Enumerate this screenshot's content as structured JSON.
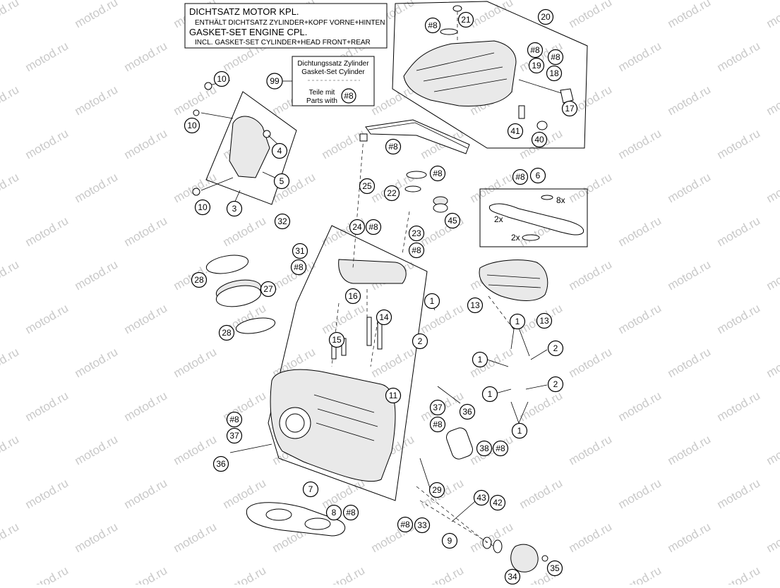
{
  "header": {
    "line1": "DICHTSATZ MOTOR KPL.",
    "line2": "ENTHÄLT DICHTSATZ ZYLINDER+KOPF VORNE+HINTEN",
    "line3": "GASKET-SET ENGINE CPL.",
    "line4": "INCL. GASKET-SET CYLINDER+HEAD FRONT+REAR"
  },
  "legend": {
    "line1": "Dichtungssatz Zylinder",
    "line2": "Gasket-Set Cylinder",
    "line3": "Teile mit",
    "line4": "Parts with",
    "badge": "#8",
    "number": "99"
  },
  "watermark": "motod.ru",
  "gasket_multipliers": {
    "a": "8x",
    "b": "2x",
    "c": "2x"
  },
  "callouts": [
    {
      "id": "c10a",
      "text": "10"
    },
    {
      "id": "c10b",
      "text": "10"
    },
    {
      "id": "c10c",
      "text": "10"
    },
    {
      "id": "c4",
      "text": "4"
    },
    {
      "id": "c5",
      "text": "5"
    },
    {
      "id": "c3",
      "text": "3"
    },
    {
      "id": "c32",
      "text": "32"
    },
    {
      "id": "c31",
      "text": "31"
    },
    {
      "id": "c8a",
      "text": "#8"
    },
    {
      "id": "c28a",
      "text": "28"
    },
    {
      "id": "c27",
      "text": "27"
    },
    {
      "id": "c28b",
      "text": "28"
    },
    {
      "id": "c8b",
      "text": "#8"
    },
    {
      "id": "c37a",
      "text": "37"
    },
    {
      "id": "c36a",
      "text": "36"
    },
    {
      "id": "c7",
      "text": "7"
    },
    {
      "id": "c8",
      "text": "8"
    },
    {
      "id": "c8c",
      "text": "#8"
    },
    {
      "id": "c8d",
      "text": "#8"
    },
    {
      "id": "c25",
      "text": "25"
    },
    {
      "id": "c8e",
      "text": "#8"
    },
    {
      "id": "c22",
      "text": "22"
    },
    {
      "id": "c24",
      "text": "24"
    },
    {
      "id": "c8f",
      "text": "#8"
    },
    {
      "id": "c23",
      "text": "23"
    },
    {
      "id": "c8g",
      "text": "#8"
    },
    {
      "id": "c45",
      "text": "45"
    },
    {
      "id": "c16",
      "text": "16"
    },
    {
      "id": "c14",
      "text": "14"
    },
    {
      "id": "c15",
      "text": "15"
    },
    {
      "id": "c11",
      "text": "11"
    },
    {
      "id": "c1a",
      "text": "1"
    },
    {
      "id": "c2a",
      "text": "2"
    },
    {
      "id": "c37b",
      "text": "37"
    },
    {
      "id": "c36b",
      "text": "36"
    },
    {
      "id": "c8h",
      "text": "#8"
    },
    {
      "id": "c38",
      "text": "38"
    },
    {
      "id": "c8i",
      "text": "#8"
    },
    {
      "id": "c29",
      "text": "29"
    },
    {
      "id": "c43",
      "text": "43"
    },
    {
      "id": "c42",
      "text": "42"
    },
    {
      "id": "c8j",
      "text": "#8"
    },
    {
      "id": "c33",
      "text": "33"
    },
    {
      "id": "c9",
      "text": "9"
    },
    {
      "id": "c34",
      "text": "34"
    },
    {
      "id": "c35",
      "text": "35"
    },
    {
      "id": "c8k",
      "text": "#8"
    },
    {
      "id": "c21",
      "text": "21"
    },
    {
      "id": "c20",
      "text": "20"
    },
    {
      "id": "c8l",
      "text": "#8"
    },
    {
      "id": "c8m",
      "text": "#8"
    },
    {
      "id": "c19",
      "text": "19"
    },
    {
      "id": "c18",
      "text": "18"
    },
    {
      "id": "c17",
      "text": "17"
    },
    {
      "id": "c41",
      "text": "41"
    },
    {
      "id": "c40",
      "text": "40"
    },
    {
      "id": "c8n",
      "text": "#8"
    },
    {
      "id": "c6",
      "text": "6"
    },
    {
      "id": "c13a",
      "text": "13"
    },
    {
      "id": "c13b",
      "text": "13"
    },
    {
      "id": "c1b",
      "text": "1"
    },
    {
      "id": "c1c",
      "text": "1"
    },
    {
      "id": "c2b",
      "text": "2"
    },
    {
      "id": "c1d",
      "text": "1"
    },
    {
      "id": "c2c",
      "text": "2"
    },
    {
      "id": "c1e",
      "text": "1"
    }
  ]
}
